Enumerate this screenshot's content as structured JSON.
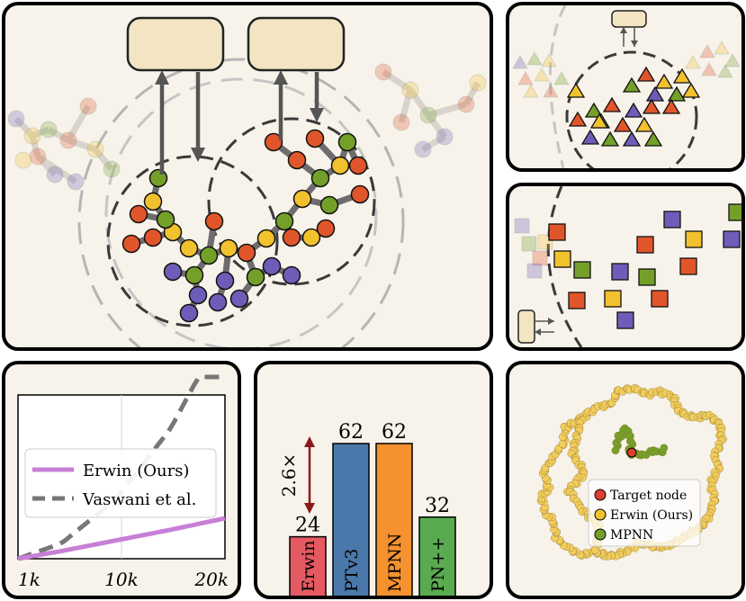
{
  "colors": {
    "panel_bg": "#f7f3ea",
    "box_fill": "#f3e4c2",
    "node_orange": "#e0562a",
    "node_yellow": "#f2c12e",
    "node_green": "#74a02a",
    "node_purple": "#6e5db8",
    "erwin_line": "#c77fd6",
    "vaswani_line": "#777777",
    "bar_erwin": "#e55a62",
    "bar_ptv3": "#4a78aa",
    "bar_mpnn": "#f5912f",
    "bar_pnpp": "#5aab50",
    "arrow_red": "#8b1a1a"
  },
  "scaling_plot": {
    "x_ticks": [
      "1k",
      "10k",
      "20k"
    ],
    "legend": [
      "Erwin (Ours)",
      "Vaswani et al."
    ]
  },
  "bar_chart": {
    "ratio_label": "2.6×"
  },
  "chart_data": [
    {
      "type": "line",
      "x_ticks": [
        "1k",
        "10k",
        "20k"
      ],
      "series": [
        {
          "name": "Erwin (Ours)",
          "style": "solid",
          "x": [
            1,
            5,
            10,
            15,
            20
          ],
          "y": [
            0,
            0.8,
            1.9,
            3.0,
            4.2
          ]
        },
        {
          "name": "Vaswani et al.",
          "style": "dashed",
          "x": [
            1,
            5,
            10,
            15,
            20
          ],
          "y": [
            0,
            1.6,
            6.2,
            13.5,
            24.0
          ]
        }
      ],
      "xlim": [
        1,
        20
      ],
      "grid": true,
      "legend_position": "center-left"
    },
    {
      "type": "bar",
      "categories": [
        "Erwin",
        "PTv3",
        "MPNN",
        "PN++"
      ],
      "values": [
        24,
        62,
        62,
        32
      ],
      "ylim": [
        0,
        70
      ],
      "annotation": "2.6×"
    }
  ],
  "molecule_legend": [
    "Target node",
    "Erwin (Ours)",
    "MPNN"
  ]
}
